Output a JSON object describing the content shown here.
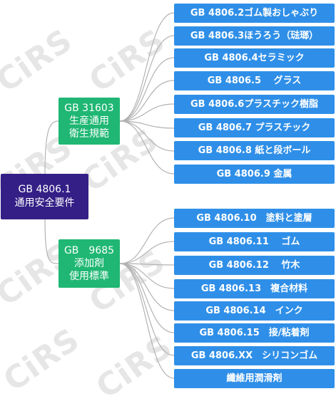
{
  "root": {
    "line1": "GB 4806.1",
    "line2": "通用安全要件"
  },
  "groups": [
    {
      "line1": "GB 31603",
      "line2": "生産通用",
      "line3": "衛生規範",
      "leaves": [
        "GB 4806.2ゴム製おしゃぶり",
        "GB 4806.3ほうろう（琺瑯）",
        "GB 4806.4セラミック",
        "GB 4806.5　 グラス",
        "GB 4806.6プラスチック樹脂",
        "GB 4806.7 プラスチック",
        "GB 4806.8 紙と段ボール",
        "GB 4806.9 金属"
      ]
    },
    {
      "line1": "GB　9685",
      "line2": "添加剤",
      "line3": "使用標準",
      "leaves": [
        "GB 4806.10　塗料と塗層",
        "GB 4806.11　 ゴム",
        "GB 4806.12　 竹木",
        "GB 4806.13　複合材料",
        "GB 4806.14　インク",
        "GB 4806.15　接/粘着剤",
        "GB 4806.XX　シリコンゴム",
        "纖維用潤滑剤"
      ]
    }
  ],
  "watermark": "CiRS",
  "colors": {
    "root": "#331f86",
    "group": "#1fb773",
    "leaf": "#2f8fe8",
    "connector": "#b3b3b3",
    "watermark": "#e6e6e6"
  }
}
